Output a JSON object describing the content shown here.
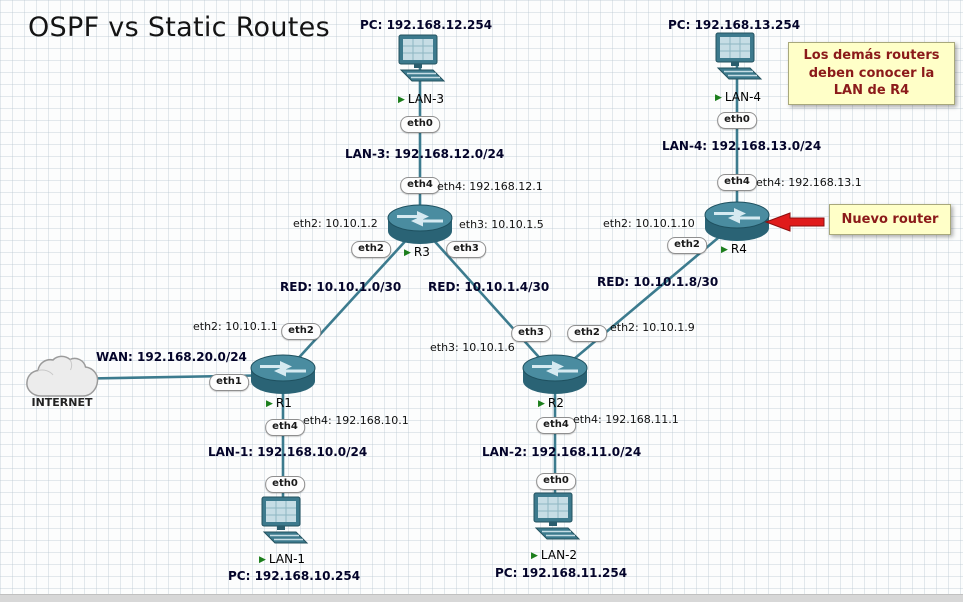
{
  "title": "OSPF vs Static Routes",
  "icons": {
    "running": "▶"
  },
  "colors": {
    "link": "#3c7b8e",
    "device_teal": "#3d7a8d",
    "note_bg": "#ffffc8",
    "note_text": "#8b1a1a",
    "arrow_red": "#e01b1b",
    "running_green": "#1c7e1c"
  },
  "internet": {
    "label": "INTERNET"
  },
  "devices": {
    "r1": "R1",
    "r2": "R2",
    "r3": "R3",
    "r4": "R4",
    "lan1": "LAN-1",
    "lan2": "LAN-2",
    "lan3": "LAN-3",
    "lan4": "LAN-4"
  },
  "badge": {
    "eth0": "eth0",
    "eth1": "eth1",
    "eth2": "eth2",
    "eth3": "eth3",
    "eth4": "eth4"
  },
  "pc_ips": {
    "lan1": "PC: 192.168.10.254",
    "lan2": "PC: 192.168.11.254",
    "lan3": "PC: 192.168.12.254",
    "lan4": "PC: 192.168.13.254"
  },
  "networks": {
    "lan1": "LAN-1: 192.168.10.0/24",
    "lan2": "LAN-2: 192.168.11.0/24",
    "lan3": "LAN-3: 192.168.12.0/24",
    "lan4": "LAN-4: 192.168.13.0/24",
    "red_a": "RED: 10.10.1.0/30",
    "red_b": "RED: 10.10.1.4/30",
    "red_c": "RED: 10.10.1.8/30",
    "wan": "WAN: 192.168.20.0/24"
  },
  "iface_ips": {
    "r1_eth2": "eth2: 10.10.1.1",
    "r1_eth4": "eth4: 192.168.10.1",
    "r2_eth2": "eth2: 10.10.1.9",
    "r2_eth3": "eth3: 10.10.1.6",
    "r2_eth4": "eth4: 192.168.11.1",
    "r3_eth2": "eth2: 10.10.1.2",
    "r3_eth3": "eth3: 10.10.1.5",
    "r3_eth4": "eth4: 192.168.12.1",
    "r4_eth2": "eth2: 10.10.1.10",
    "r4_eth4": "eth4: 192.168.13.1"
  },
  "notes": {
    "info": "Los demás routers deben conocer la LAN de R4",
    "new_router": "Nuevo router"
  }
}
